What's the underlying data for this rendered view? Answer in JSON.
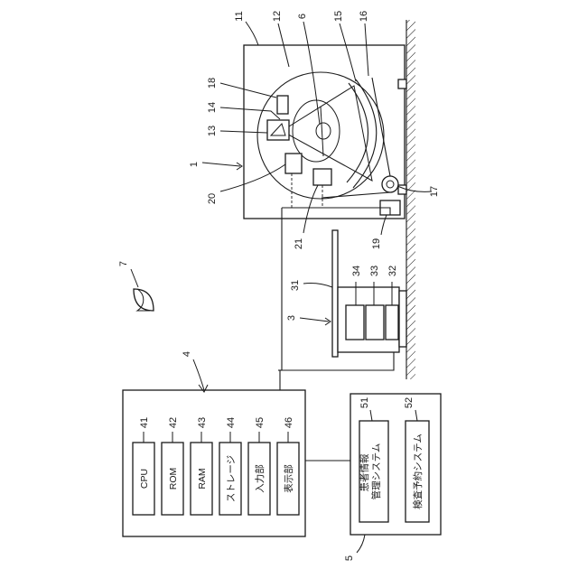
{
  "refs": {
    "ct_apparatus": "1",
    "gantry": "11",
    "x_ray_tube": "13",
    "unit_14": "14",
    "unit_18": "18",
    "unit_20": "20",
    "unit_21": "21",
    "unit_19": "19",
    "unit_17": "17",
    "unit_12": "12",
    "unit_6": "6",
    "unit_15": "15",
    "unit_16": "16",
    "bed": "3",
    "bed_top": "31",
    "bed_34": "34",
    "bed_33": "33",
    "bed_32": "32",
    "unit_7": "7",
    "console": "4",
    "external": "5",
    "sys_51": "51",
    "sys_52": "52"
  },
  "console_units": [
    {
      "ref": "41",
      "label": "CPU"
    },
    {
      "ref": "42",
      "label": "ROM"
    },
    {
      "ref": "43",
      "label": "RAM"
    },
    {
      "ref": "44",
      "label": "ストレージ"
    },
    {
      "ref": "45",
      "label": "入力部"
    },
    {
      "ref": "46",
      "label": "表示部"
    }
  ],
  "systems": [
    {
      "ref": "51",
      "label": "患者情報\n管理システム"
    },
    {
      "ref": "52",
      "label": "検査予約システム"
    }
  ]
}
